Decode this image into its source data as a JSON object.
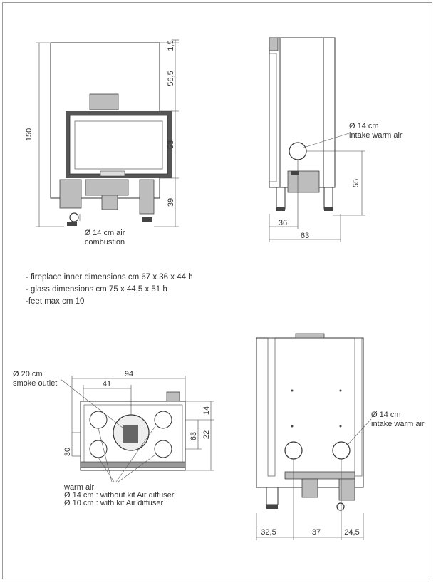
{
  "front_view": {
    "dims": {
      "total_height": "150",
      "top_gap": "1,5",
      "upper_section": "56,5",
      "glass_height": "53",
      "feet": "39"
    },
    "air_combustion": {
      "line1": "Ø 14 cm air",
      "line2": "combustion"
    }
  },
  "side_view": {
    "intake": {
      "line1": "Ø 14 cm",
      "line2": "intake warm air"
    },
    "dims": {
      "intake_height": "55",
      "intake_depth": "36",
      "total_depth": "63"
    }
  },
  "notes": [
    "- fireplace inner dimensions cm 67 x 36 x 44 h",
    "- glass dimensions cm 75 x 44,5 x 51 h",
    "-feet max cm 10"
  ],
  "top_view": {
    "smoke": {
      "line1": "Ø 20 cm",
      "line2": "smoke outlet"
    },
    "dims": {
      "width": "94",
      "smoke_offset": "41",
      "right_14": "14",
      "right_22": "22",
      "right_63": "63",
      "left_30": "30"
    },
    "warm_air": {
      "line1": "warm air",
      "line2": "Ø 14 cm : without kit Air diffuser",
      "line3": "Ø 10 cm : with kit Air diffuser"
    }
  },
  "back_view": {
    "intake": {
      "line1": "Ø 14 cm",
      "line2": "intake warm air"
    },
    "dims": {
      "left": "32,5",
      "middle": "37",
      "right": "24,5"
    }
  }
}
